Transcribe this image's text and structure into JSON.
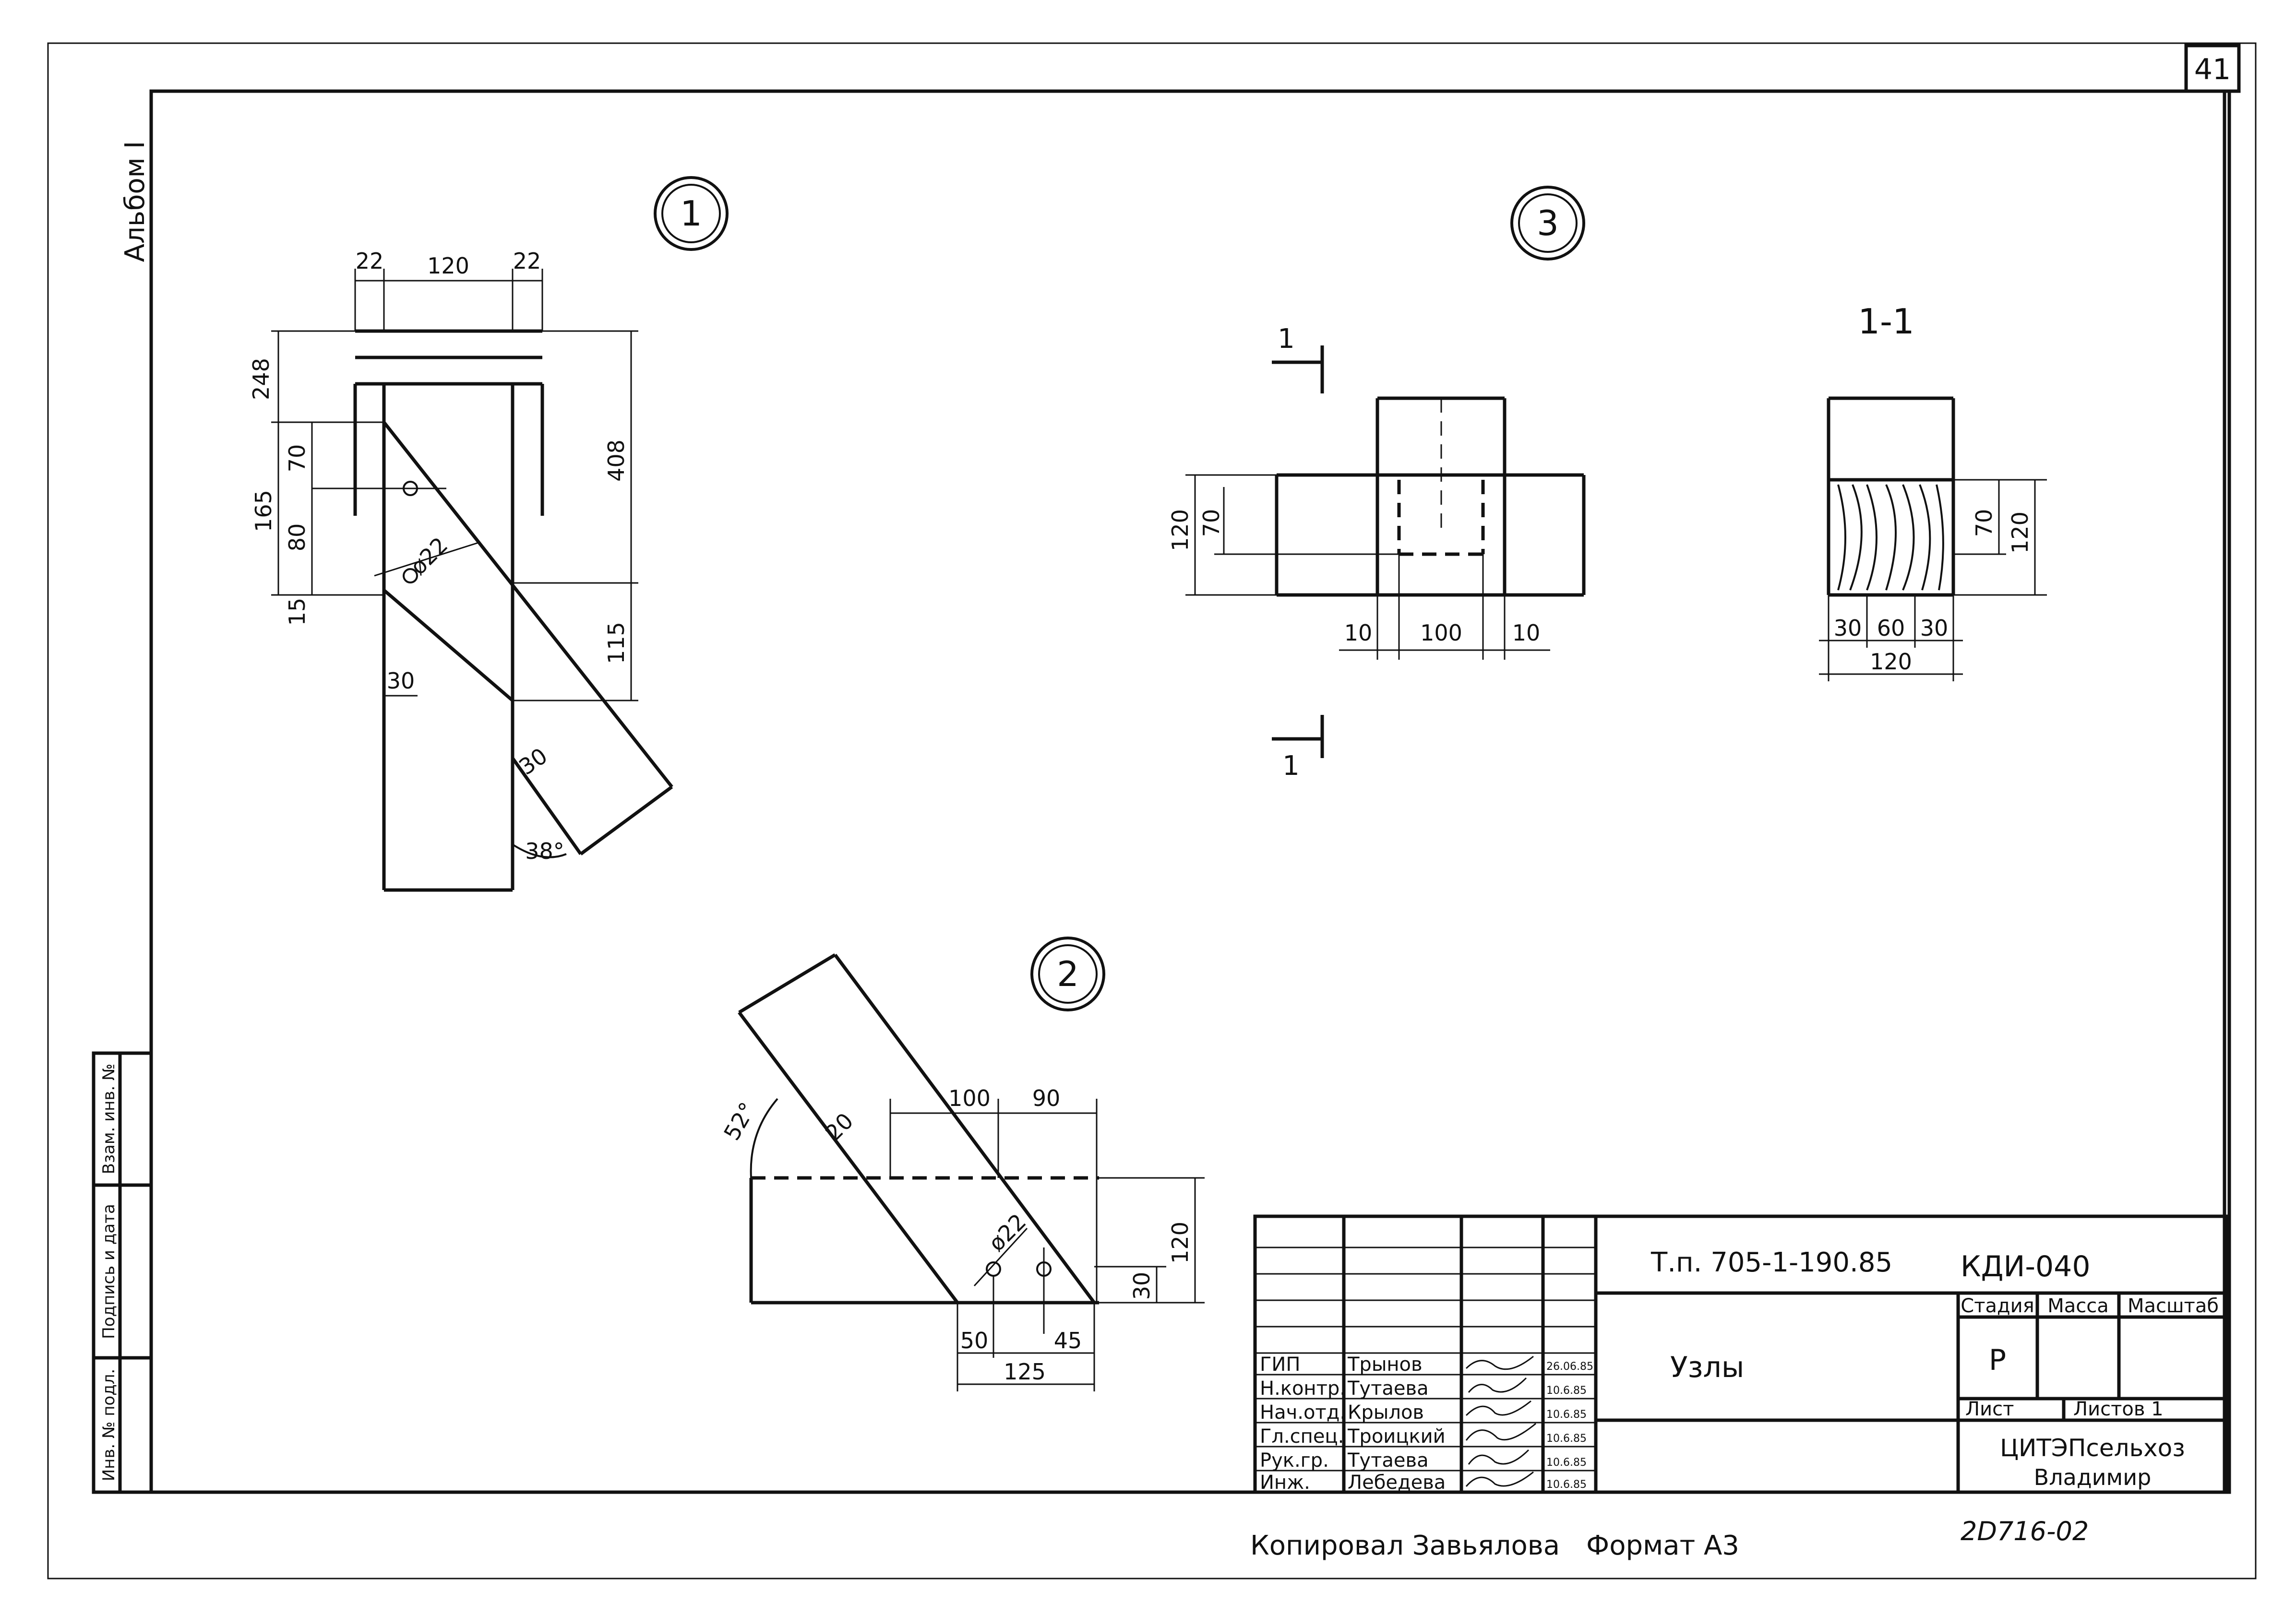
{
  "sheet": {
    "page_number": "41",
    "album": "Альбом I",
    "copied_by": "Копировал Завьялова",
    "format": "Формат А3",
    "archive_number": "2D716-02"
  },
  "left_stamp": {
    "inv_no_orig": "Инв. № подл.",
    "sign_date": "Подпись и дата",
    "replace_inv": "Взам. инв. №"
  },
  "title_block": {
    "project_code": "Т.п. 705-1-190.85",
    "sheet_code": "КДИ-040",
    "title": "Узлы",
    "headers": {
      "stage": "Стадия",
      "mass": "Масса",
      "scale": "Масштаб"
    },
    "stage_value": "Р",
    "sheet_label": "Лист",
    "sheets_label": "Листов 1",
    "organization": "ЦИТЭПсельхоз",
    "city": "Владимир",
    "staff": [
      {
        "role": "ГИП",
        "name": "Трынов",
        "date": "26.06.85"
      },
      {
        "role": "Н.контр.",
        "name": "Тутаева",
        "date": "10.6.85"
      },
      {
        "role": "Нач.отд.",
        "name": "Крылов",
        "date": "10.6.85"
      },
      {
        "role": "Гл.спец.",
        "name": "Троицкий",
        "date": "10.6.85"
      },
      {
        "role": "Рук.гр.",
        "name": "Тутаева",
        "date": "10.6.85"
      },
      {
        "role": "Инж.",
        "name": "Лебедева",
        "date": "10.6.85"
      }
    ]
  },
  "node1": {
    "label": "1",
    "dims": {
      "d22a": "22",
      "d120": "120",
      "d22b": "22",
      "d248": "248",
      "d408": "408",
      "d70": "70",
      "d165": "165",
      "d80": "80",
      "d15": "15",
      "d115": "115",
      "d30a": "30",
      "d30b": "30",
      "angle": "38°",
      "hole": "ø22"
    }
  },
  "node2": {
    "label": "2",
    "dims": {
      "angle": "52°",
      "d20": "20",
      "d100": "100",
      "d90": "90",
      "hole": "ø22",
      "d120": "120",
      "d30": "30",
      "d50": "50",
      "d45": "45",
      "d125": "125"
    }
  },
  "node3": {
    "label": "3",
    "section_mark": "1",
    "dims": {
      "d120": "120",
      "d70": "70",
      "d10a": "10",
      "d100": "100",
      "d10b": "10"
    }
  },
  "section11": {
    "label": "1-1",
    "dims": {
      "d70": "70",
      "d120v": "120",
      "d30a": "30",
      "d60": "60",
      "d30b": "30",
      "d120h": "120"
    }
  }
}
